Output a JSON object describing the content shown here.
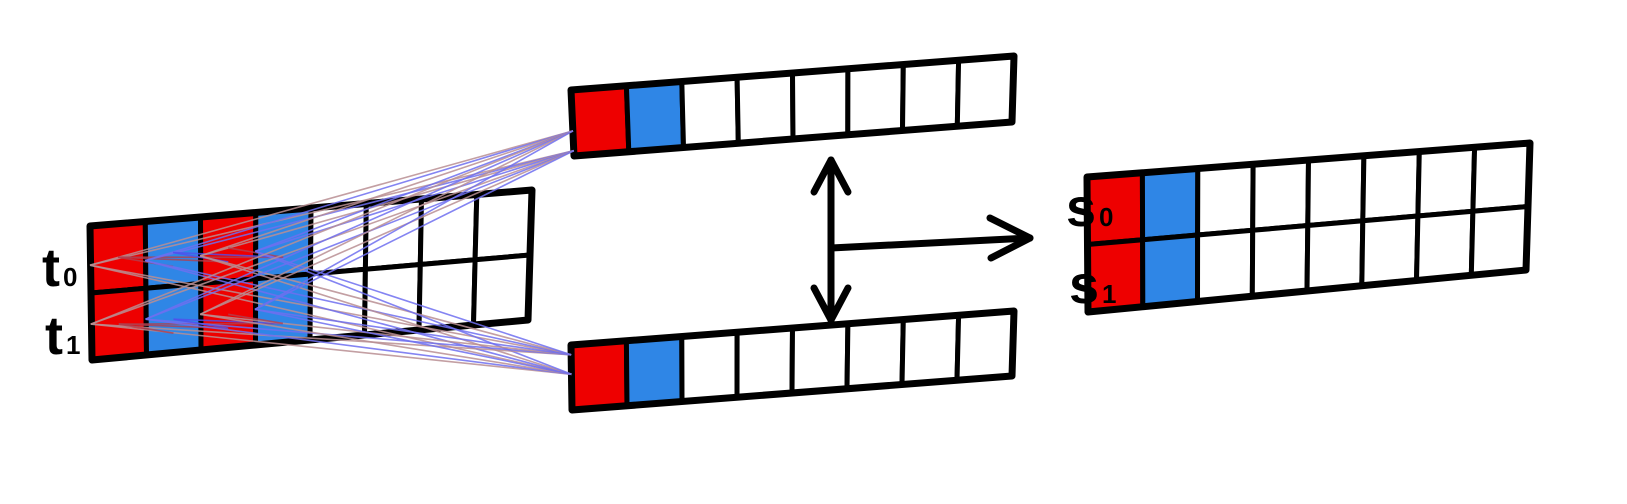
{
  "colors": {
    "red": "#ee0000",
    "blue": "#2f86e6",
    "empty": "#ffffff",
    "outline": "#000000",
    "line_red": "#b98f93",
    "line_blue": "#6f6ff0"
  },
  "labels": {
    "t0": {
      "base": "t",
      "sub": "0"
    },
    "t1": {
      "base": "t",
      "sub": "1"
    },
    "s0": {
      "base": "s",
      "sub": "0"
    },
    "s1": {
      "base": "s",
      "sub": "1"
    }
  },
  "grids": {
    "input_matrix": {
      "rows": [
        [
          "red",
          "blue",
          "red",
          "blue",
          "empty",
          "empty",
          "empty",
          "empty"
        ],
        [
          "red",
          "blue",
          "red",
          "blue",
          "empty",
          "empty",
          "empty",
          "empty"
        ]
      ]
    },
    "top_vector": {
      "rows": [
        [
          "red",
          "blue",
          "empty",
          "empty",
          "empty",
          "empty",
          "empty",
          "empty"
        ]
      ]
    },
    "bottom_vector": {
      "rows": [
        [
          "red",
          "blue",
          "empty",
          "empty",
          "empty",
          "empty",
          "empty",
          "empty"
        ]
      ]
    },
    "output_matrix": {
      "rows": [
        [
          "red",
          "blue",
          "empty",
          "empty",
          "empty",
          "empty",
          "empty",
          "empty"
        ],
        [
          "red",
          "blue",
          "empty",
          "empty",
          "empty",
          "empty",
          "empty",
          "empty"
        ]
      ]
    }
  },
  "icons": {
    "vertical_arrow": "double-headed-vertical-arrow-icon",
    "horizontal_arrow": "right-arrow-icon"
  }
}
